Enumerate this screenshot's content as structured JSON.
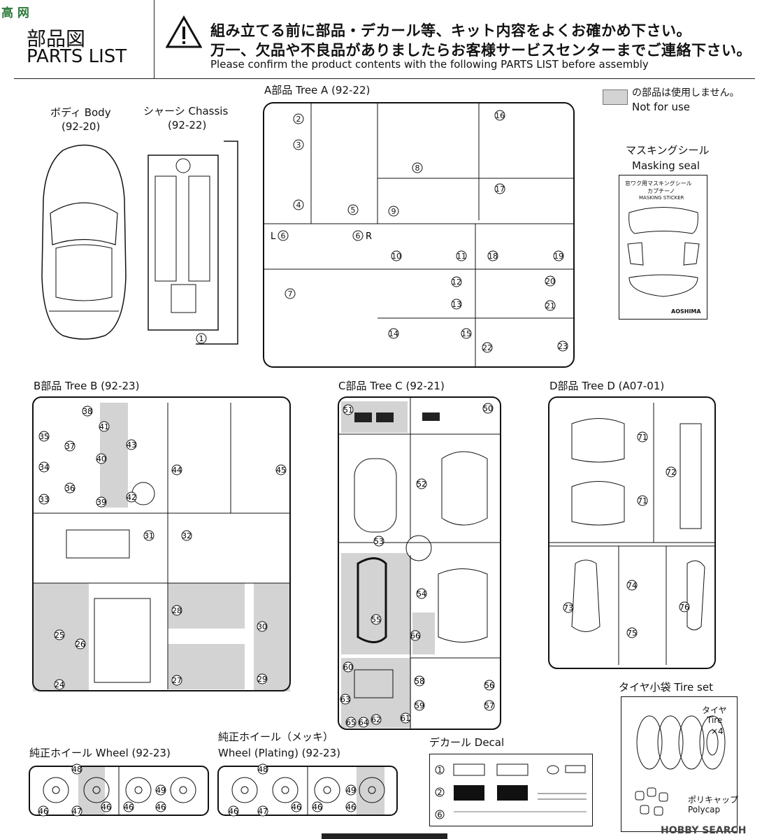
{
  "header": {
    "title_jp": "部品図",
    "title_en": "PARTS LIST",
    "warning_line1": "組み立てる前に部品・デカール等、キット内容をよくお確かめ下さい。",
    "warning_line2": "万一、欠品や不良品がありましたらお客様サービスセンターまでご連絡下さい。",
    "warning_line3": "Please confirm the product contents with the following PARTS LIST before assembly"
  },
  "legend": {
    "jp": "の部品は使用しません。",
    "en": "Not for use",
    "color": "#d3d3d3"
  },
  "body": {
    "label": "ボディ Body",
    "code": "(92-20)"
  },
  "chassis": {
    "label": "シャーシ Chassis",
    "code": "(92-22)"
  },
  "tree_a": {
    "label": "A部品 Tree A (92-22)"
  },
  "tree_b": {
    "label": "B部品 Tree B (92-23)"
  },
  "tree_c": {
    "label": "C部品 Tree C (92-21)"
  },
  "tree_d": {
    "label": "D部品 Tree D (A07-01)"
  },
  "masking": {
    "label_jp": "マスキングシール",
    "label_en": "Masking seal",
    "sheet_title1": "窓ワク用マスキングシール",
    "sheet_title2": "カプチーノ",
    "sheet_title3": "MASKING STICKER",
    "brand": "AOSHIMA"
  },
  "wheel1": {
    "label": "純正ホイール Wheel (92-23)"
  },
  "wheel2": {
    "label1": "純正ホイール（メッキ）",
    "label2": "Wheel (Plating) (92-23)"
  },
  "decal": {
    "label": "デカール Decal"
  },
  "tire": {
    "label": "タイヤ小袋 Tire set",
    "tire_jp": "タイヤ",
    "tire_en": "Tire",
    "tire_qty": "×4",
    "polycap_jp": "ポリキャップ",
    "polycap_en": "Polycap"
  },
  "watermarks": {
    "top_left": "高 网",
    "bottom_right": "HOBBY SEARCH"
  }
}
